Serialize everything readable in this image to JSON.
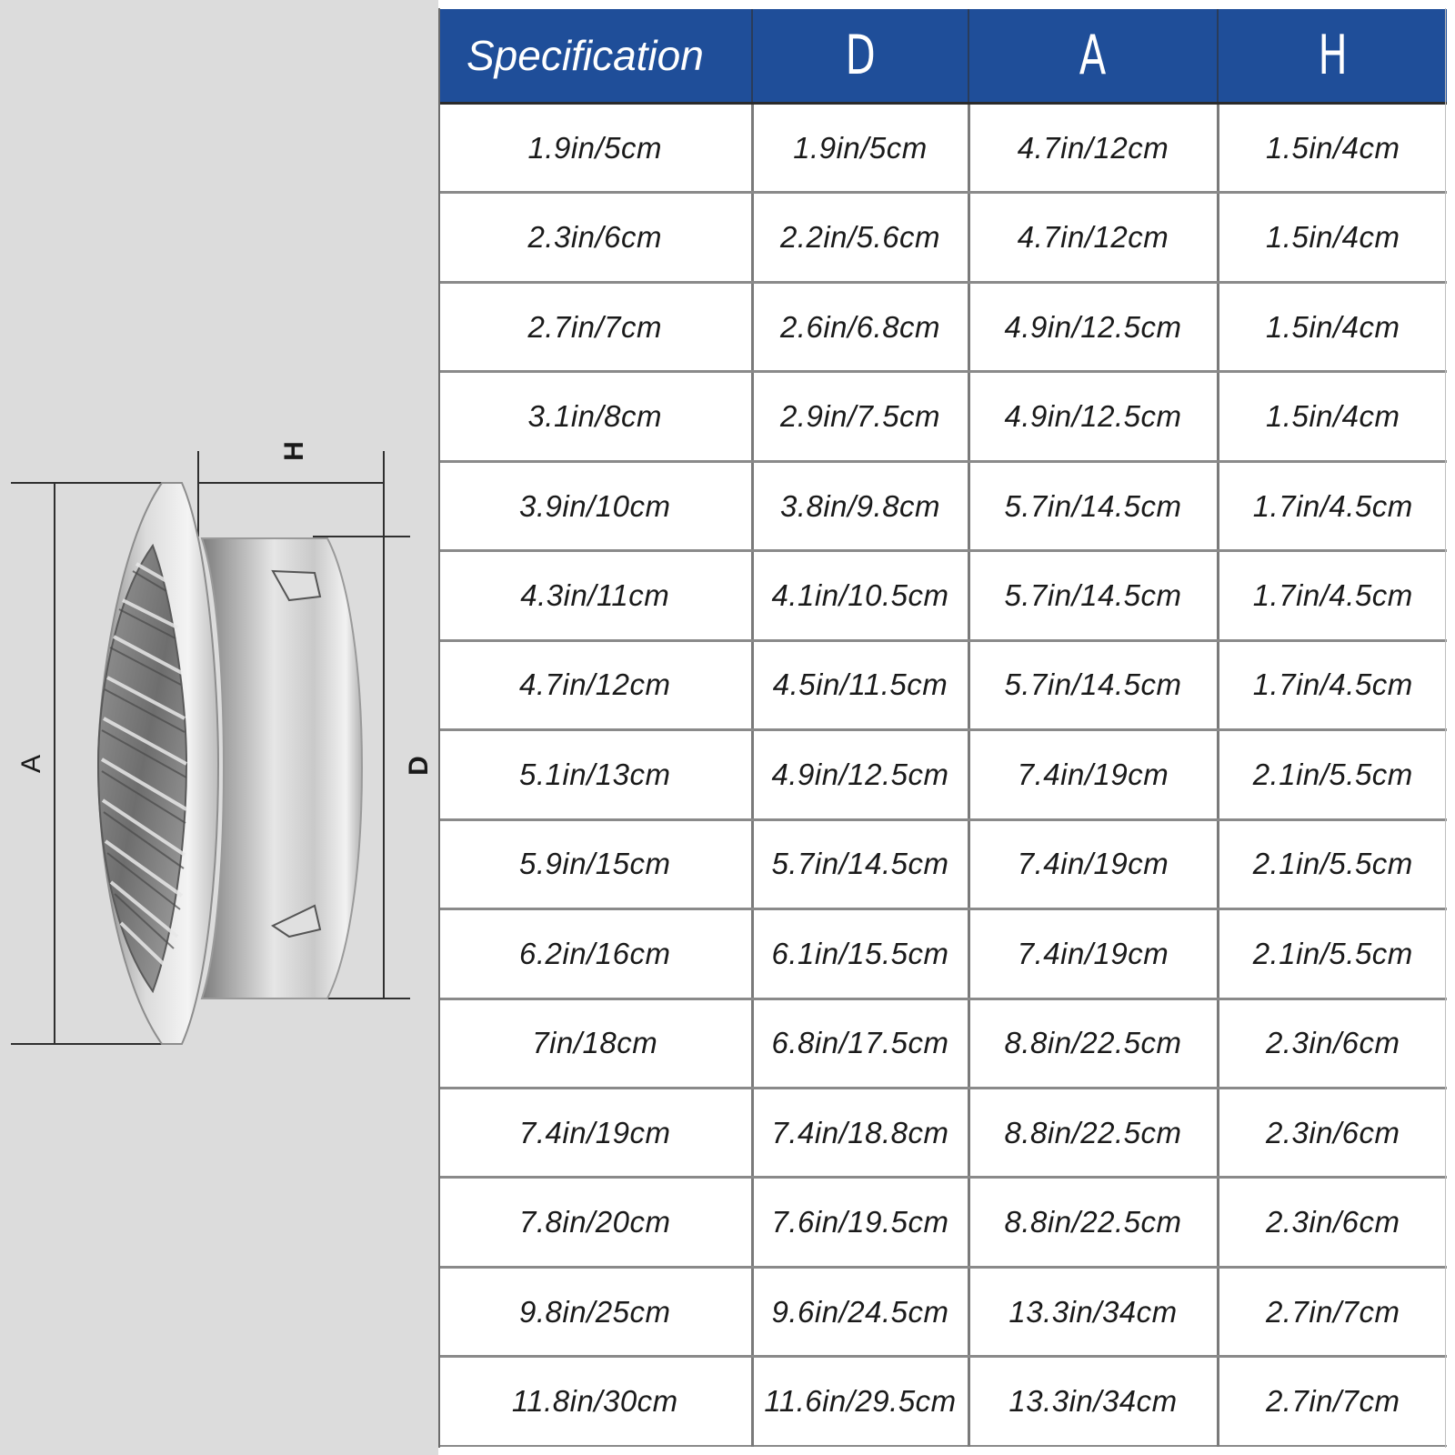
{
  "diagram": {
    "label_a": "A",
    "label_h": "H",
    "label_d": "D"
  },
  "table": {
    "headers": [
      "Specification",
      "D",
      "A",
      "H"
    ],
    "rows": [
      [
        "1.9in/5cm",
        "1.9in/5cm",
        "4.7in/12cm",
        "1.5in/4cm"
      ],
      [
        "2.3in/6cm",
        "2.2in/5.6cm",
        "4.7in/12cm",
        "1.5in/4cm"
      ],
      [
        "2.7in/7cm",
        "2.6in/6.8cm",
        "4.9in/12.5cm",
        "1.5in/4cm"
      ],
      [
        "3.1in/8cm",
        "2.9in/7.5cm",
        "4.9in/12.5cm",
        "1.5in/4cm"
      ],
      [
        "3.9in/10cm",
        "3.8in/9.8cm",
        "5.7in/14.5cm",
        "1.7in/4.5cm"
      ],
      [
        "4.3in/11cm",
        "4.1in/10.5cm",
        "5.7in/14.5cm",
        "1.7in/4.5cm"
      ],
      [
        "4.7in/12cm",
        "4.5in/11.5cm",
        "5.7in/14.5cm",
        "1.7in/4.5cm"
      ],
      [
        "5.1in/13cm",
        "4.9in/12.5cm",
        "7.4in/19cm",
        "2.1in/5.5cm"
      ],
      [
        "5.9in/15cm",
        "5.7in/14.5cm",
        "7.4in/19cm",
        "2.1in/5.5cm"
      ],
      [
        "6.2in/16cm",
        "6.1in/15.5cm",
        "7.4in/19cm",
        "2.1in/5.5cm"
      ],
      [
        "7in/18cm",
        "6.8in/17.5cm",
        "8.8in/22.5cm",
        "2.3in/6cm"
      ],
      [
        "7.4in/19cm",
        "7.4in/18.8cm",
        "8.8in/22.5cm",
        "2.3in/6cm"
      ],
      [
        "7.8in/20cm",
        "7.6in/19.5cm",
        "8.8in/22.5cm",
        "2.3in/6cm"
      ],
      [
        "9.8in/25cm",
        "9.6in/24.5cm",
        "13.3in/34cm",
        "2.7in/7cm"
      ],
      [
        "11.8in/30cm",
        "11.6in/29.5cm",
        "13.3in/34cm",
        "2.7in/7cm"
      ]
    ]
  },
  "colors": {
    "header_bg": "#1f4e99",
    "header_text": "#ffffff",
    "panel_bg": "#dcdcdc"
  }
}
